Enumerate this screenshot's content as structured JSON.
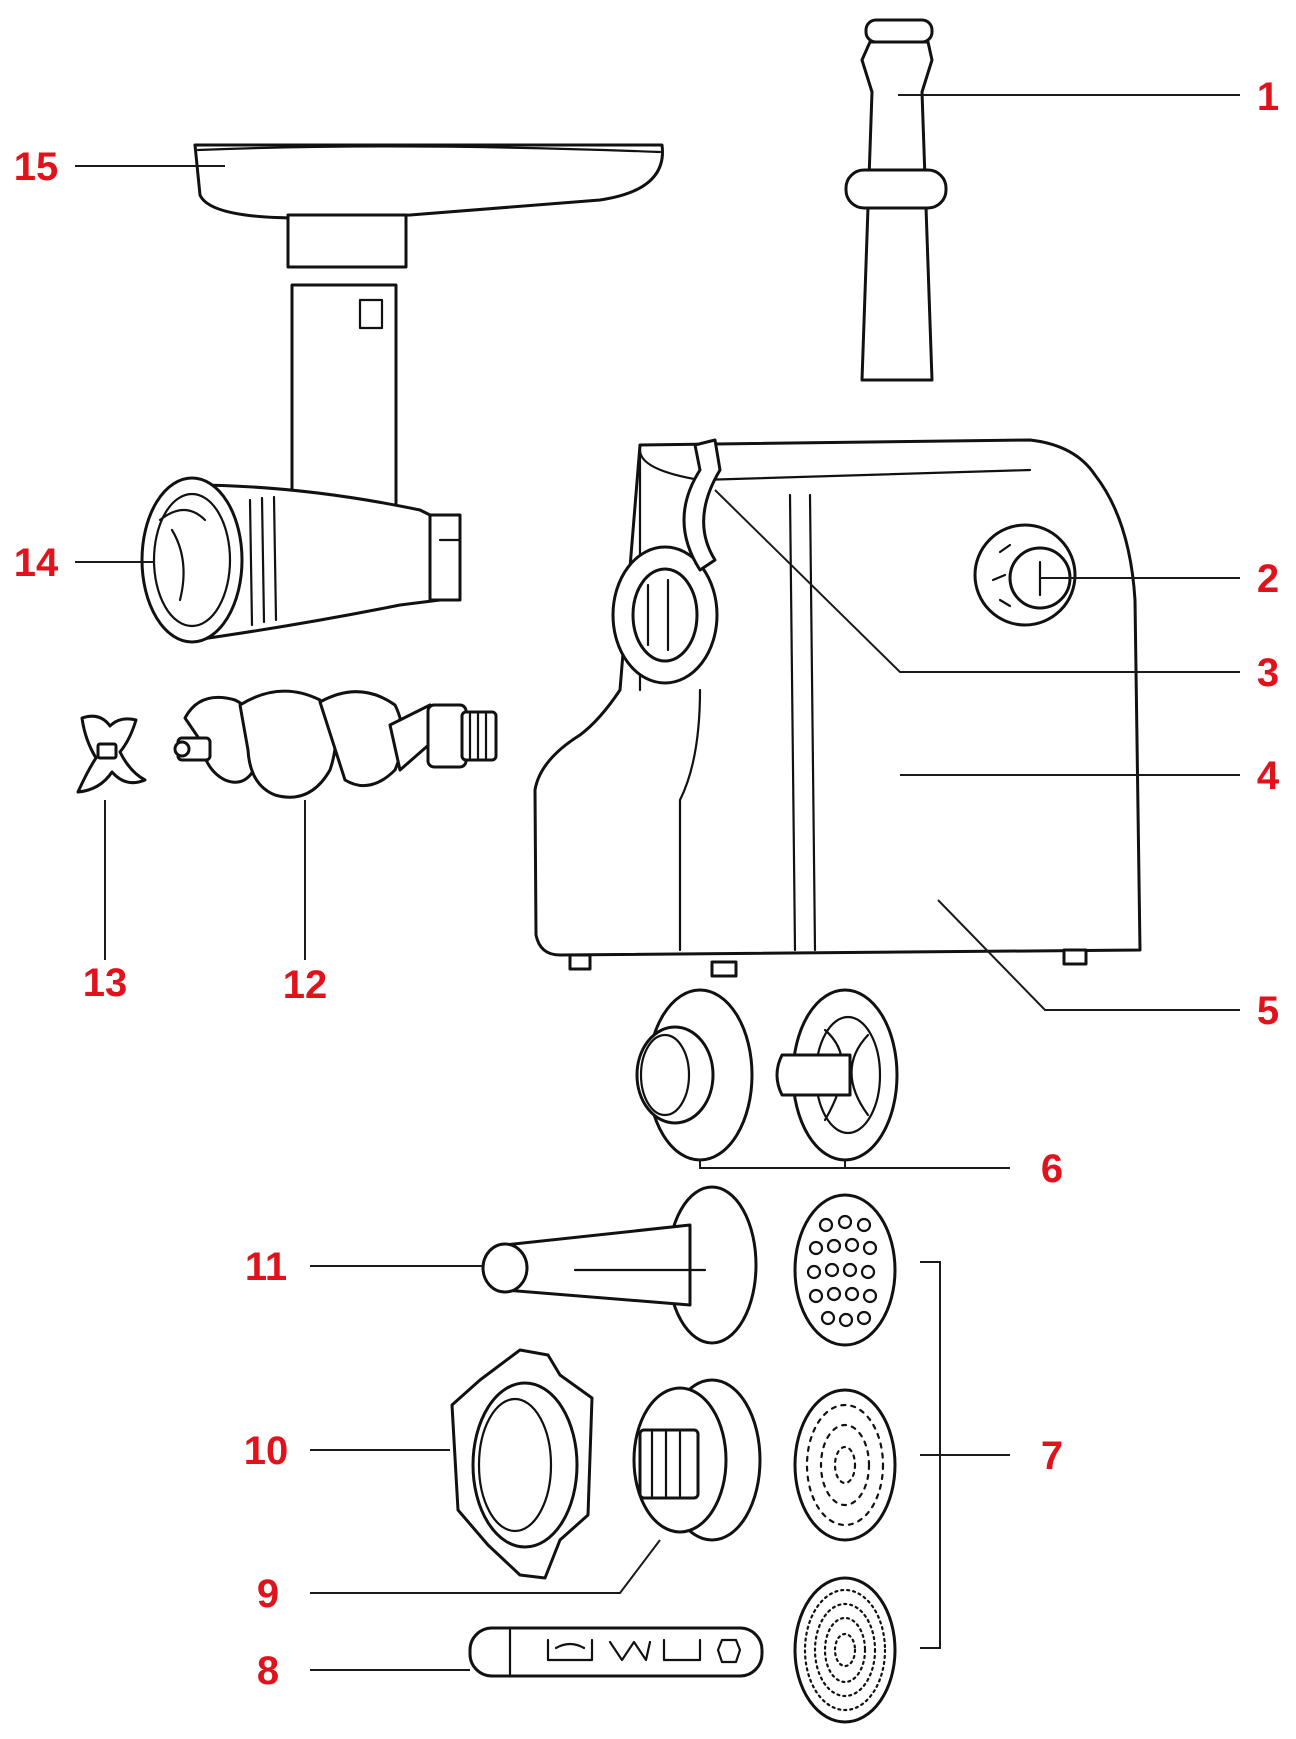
{
  "accent": "#e0121b",
  "line_color": "#111111",
  "callouts": [
    "1",
    "2",
    "3",
    "4",
    "5",
    "6",
    "7",
    "8",
    "9",
    "10",
    "11",
    "12",
    "13",
    "14",
    "15"
  ]
}
